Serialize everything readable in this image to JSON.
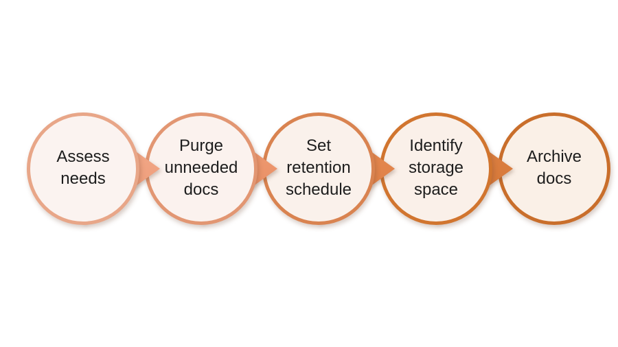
{
  "diagram": {
    "type": "process-flow",
    "background": "#ffffff",
    "text_color": "#1d1d1d",
    "steps": [
      {
        "label": "Assess needs",
        "text_lines": "Assess\nneeds",
        "border_color": "#e8a688",
        "fill_color": "#fbf3f0"
      },
      {
        "label": "Purge unneeded docs",
        "text_lines": "Purge\nunneeded\ndocs",
        "border_color": "#e29672",
        "fill_color": "#fbf2ee"
      },
      {
        "label": "Set retention schedule",
        "text_lines": "Set\nretention\nschedule",
        "border_color": "#d98350",
        "fill_color": "#faf1eb"
      },
      {
        "label": "Identify storage space",
        "text_lines": "Identify\nstorage\nspace",
        "border_color": "#d1752f",
        "fill_color": "#faf0e9"
      },
      {
        "label": "Archive docs",
        "text_lines": "Archive\ndocs",
        "border_color": "#c96e2b",
        "fill_color": "#faf0e7"
      }
    ],
    "connectors": [
      {
        "from": "Assess needs",
        "to": "Purge unneeded docs",
        "direction": "right",
        "gradient_top": "#f3ac8e",
        "gradient_bottom": "#ed9974"
      },
      {
        "from": "Purge unneeded docs",
        "to": "Set retention schedule",
        "direction": "right",
        "gradient_top": "#ef9f79",
        "gradient_bottom": "#e88a5d"
      },
      {
        "from": "Set retention schedule",
        "to": "Identify storage space",
        "direction": "right",
        "gradient_top": "#e68d56",
        "gradient_bottom": "#dd7b40"
      },
      {
        "from": "Identify storage space",
        "to": "Archive docs",
        "direction": "right",
        "gradient_top": "#de8347",
        "gradient_bottom": "#d47433"
      }
    ]
  }
}
